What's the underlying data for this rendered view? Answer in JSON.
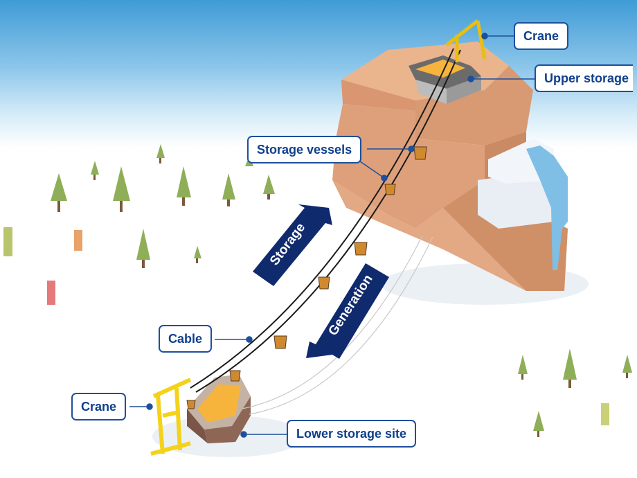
{
  "labels": {
    "crane_top": "Crane",
    "upper_storage": "Upper storage",
    "storage_vessels": "Storage vessels",
    "cable": "Cable",
    "crane_bottom": "Crane",
    "lower_storage": "Lower storage site"
  },
  "arrows": {
    "storage": "Storage",
    "generation": "Generation"
  },
  "colors": {
    "label_border": "#1d4f9c",
    "label_text": "#0f3f8c",
    "arrow_fill": "#102a6e",
    "crane": "#f4d21c",
    "rock": "#e0a57c",
    "sand": "#f6b43d",
    "water": "#7fbfe6",
    "tree": "#8fae58"
  }
}
